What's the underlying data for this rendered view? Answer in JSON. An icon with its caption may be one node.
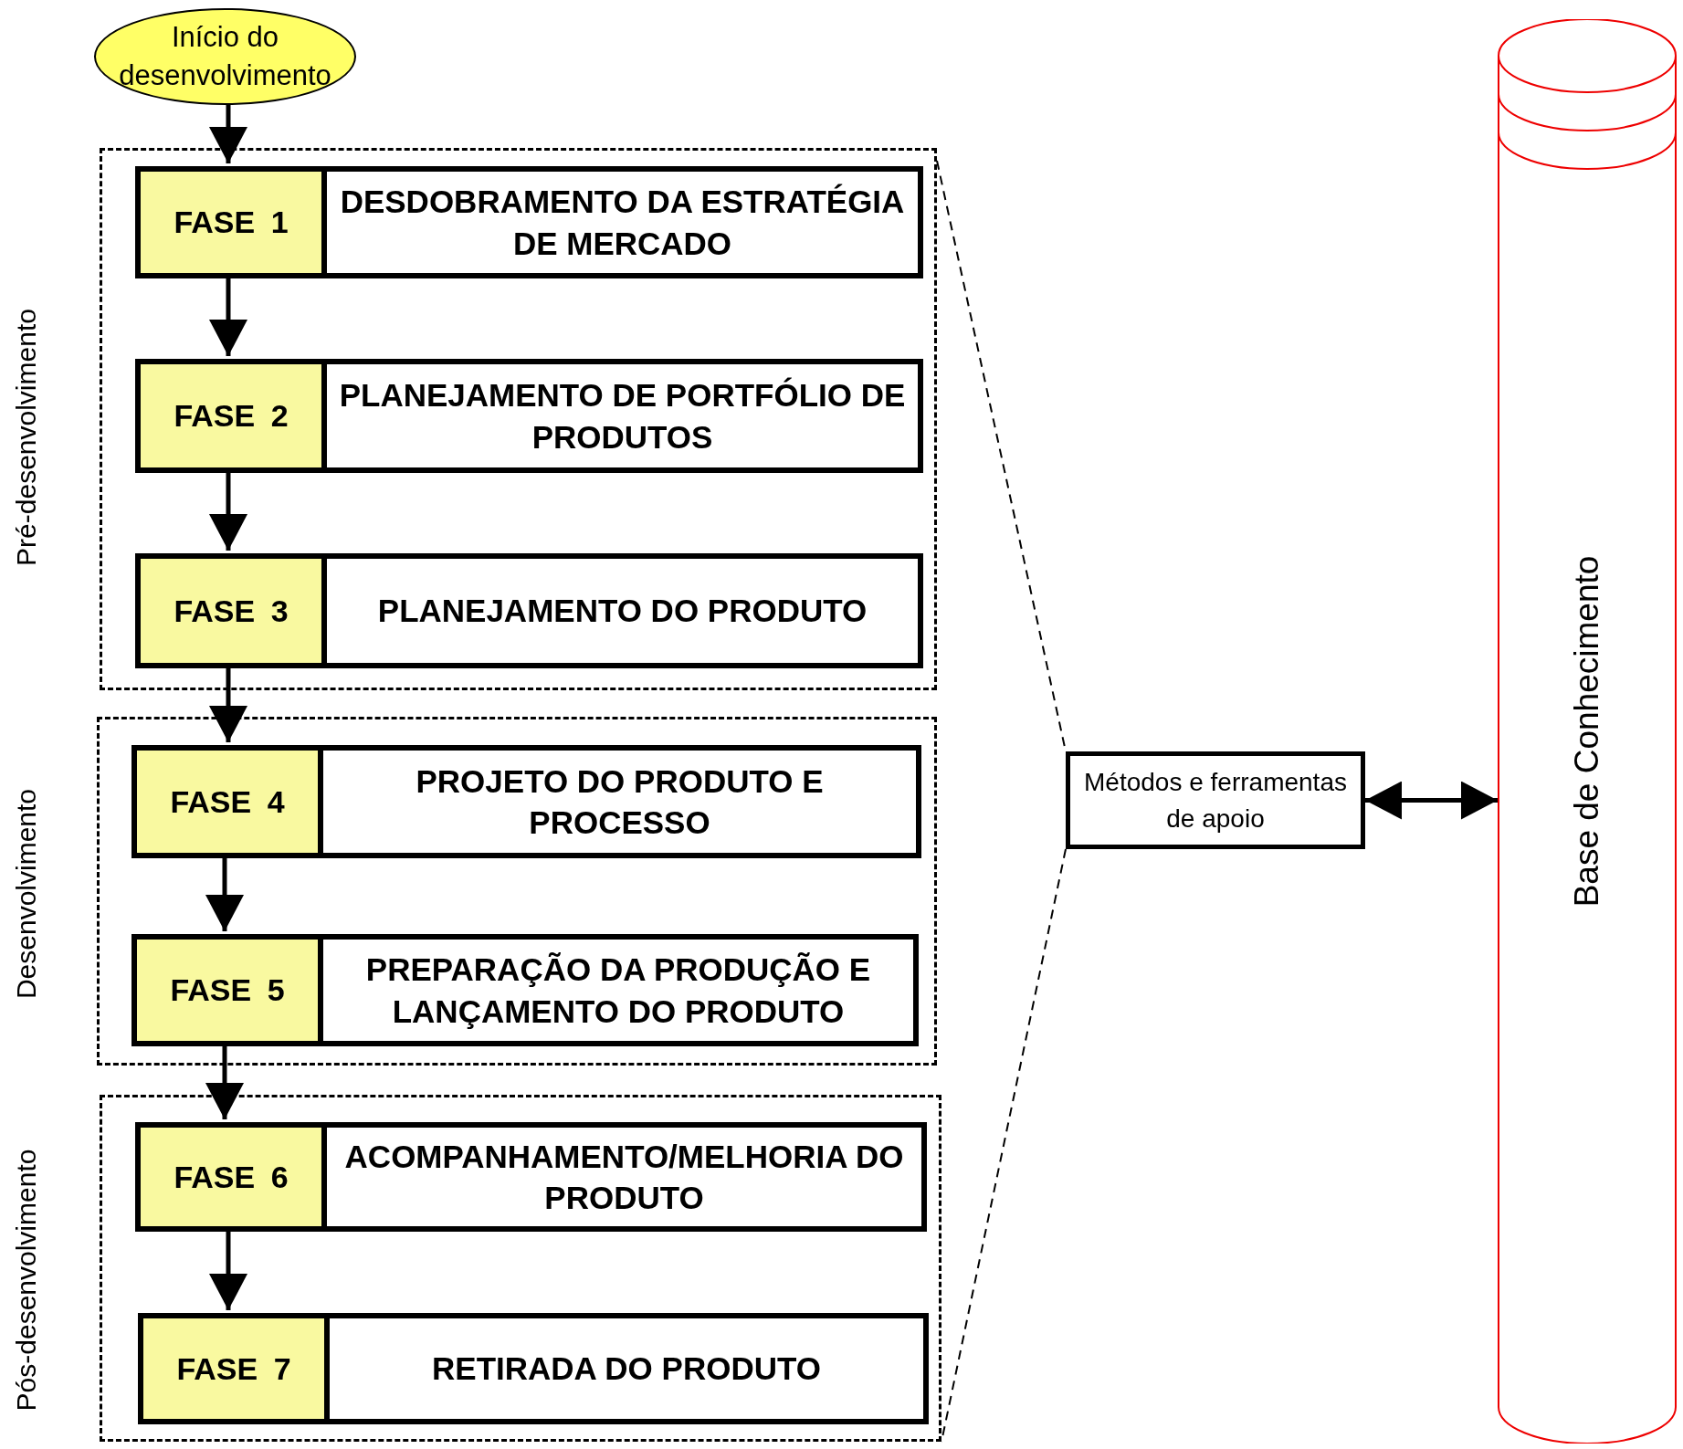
{
  "diagram": {
    "nodes": [
      {
        "text": [
          "Início do desenvolvimento"
        ]
      },
      {
        "text": [
          "Pré-desenvolvimento"
        ]
      },
      {
        "text": [
          "FASE 1",
          "DESDOBRAMENTO DA ESTRATÉGIA DE MERCADO"
        ],
        "in": 1
      },
      {
        "text": [
          "FASE 2",
          "PLANEJAMENTO DE PORTFÓLIO DE PRODUTOS"
        ],
        "in": 1
      },
      {
        "text": [
          "FASE 3",
          "PLANEJAMENTO DO PRODUTO"
        ],
        "in": 1
      },
      {
        "text": [
          "Desenvolvimento"
        ]
      },
      {
        "text": [
          "FASE 4",
          "PROJETO DO PRODUTO E PROCESSO"
        ],
        "in": 5
      },
      {
        "text": [
          "FASE 5",
          "PREPARAÇÃO DA PRODUÇÃO E LANÇAMENTO DO PRODUTO"
        ],
        "in": 5
      },
      {
        "text": [
          "Pós-desenvolvimento"
        ]
      },
      {
        "text": [
          "FASE 6",
          "ACOMPANHAMENTO/MELHORIA DO PRODUTO"
        ],
        "in": 8
      },
      {
        "text": [
          "FASE 7",
          "RETIRADA DO PRODUTO"
        ],
        "in": 8
      },
      {
        "text": [
          "Métodos e ferramentas de apoio"
        ]
      },
      {
        "text": [
          "Base de Conhecimento"
        ]
      }
    ],
    "edges": [
      {
        "from": 0,
        "to": 2,
        "arrow": "to"
      },
      {
        "from": 2,
        "to": 3,
        "arrow": "to"
      },
      {
        "from": 3,
        "to": 4,
        "arrow": "to"
      },
      {
        "from": 4,
        "to": 6,
        "arrow": "to"
      },
      {
        "from": 6,
        "to": 7,
        "arrow": "to"
      },
      {
        "from": 7,
        "to": 9,
        "arrow": "to"
      },
      {
        "from": 9,
        "to": 10,
        "arrow": "to"
      },
      {
        "from": 11,
        "to": 12,
        "arrow": "both"
      },
      {
        "from": 1,
        "to": 11,
        "arrow": "none",
        "style": "dashed"
      },
      {
        "from": 8,
        "to": 11,
        "arrow": "none",
        "style": "dashed"
      }
    ]
  }
}
